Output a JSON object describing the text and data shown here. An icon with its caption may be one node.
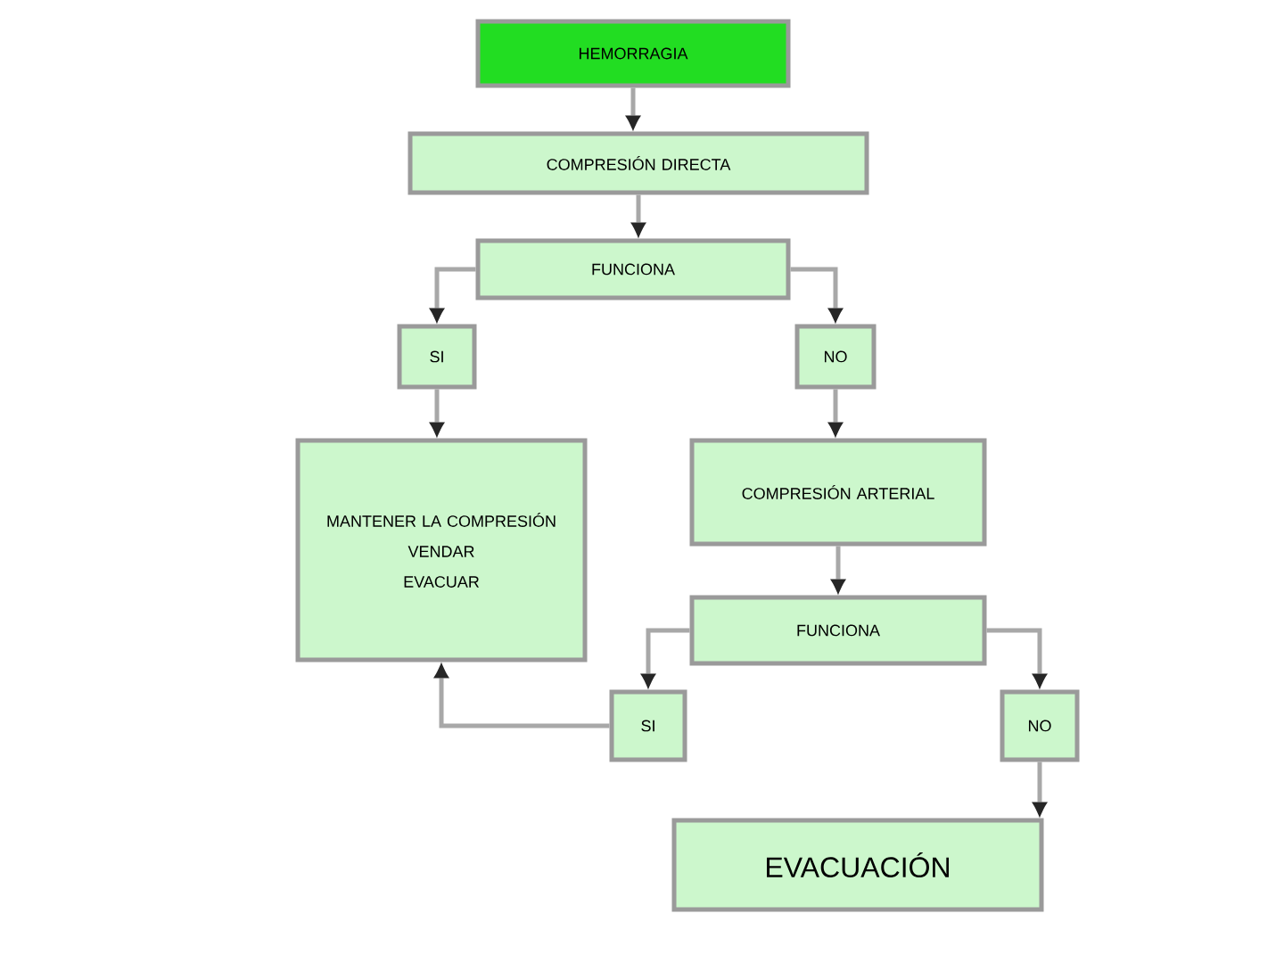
{
  "diagram": {
    "nodes": [
      {
        "text": [
          "HEMORRAGIA"
        ]
      },
      {
        "text": [
          "COMPRESIÓN DIRECTA"
        ]
      },
      {
        "text": [
          "FUNCIONA"
        ]
      },
      {
        "text": [
          "SI"
        ]
      },
      {
        "text": [
          "NO"
        ]
      },
      {
        "text": [
          "MANTENER LA COMPRESIÓN",
          "VENDAR",
          "EVACUAR"
        ]
      },
      {
        "text": [
          "COMPRESIÓN ARTERIAL"
        ]
      },
      {
        "text": [
          "FUNCIONA"
        ]
      },
      {
        "text": [
          "SI"
        ]
      },
      {
        "text": [
          "NO"
        ]
      },
      {
        "text": [
          "EVACUACIÓN"
        ]
      }
    ],
    "edges": [
      {
        "from": 0,
        "to": 1,
        "arrow": "to"
      },
      {
        "from": 1,
        "to": 2,
        "arrow": "to"
      },
      {
        "from": 2,
        "to": 3,
        "arrow": "to"
      },
      {
        "from": 2,
        "to": 4,
        "arrow": "to"
      },
      {
        "from": 3,
        "to": 5,
        "arrow": "to"
      },
      {
        "from": 4,
        "to": 6,
        "arrow": "to"
      },
      {
        "from": 6,
        "to": 7,
        "arrow": "to"
      },
      {
        "from": 7,
        "to": 8,
        "arrow": "to"
      },
      {
        "from": 7,
        "to": 9,
        "arrow": "to"
      },
      {
        "from": 8,
        "to": 5,
        "arrow": "to"
      },
      {
        "from": 9,
        "to": 10,
        "arrow": "to"
      }
    ]
  }
}
